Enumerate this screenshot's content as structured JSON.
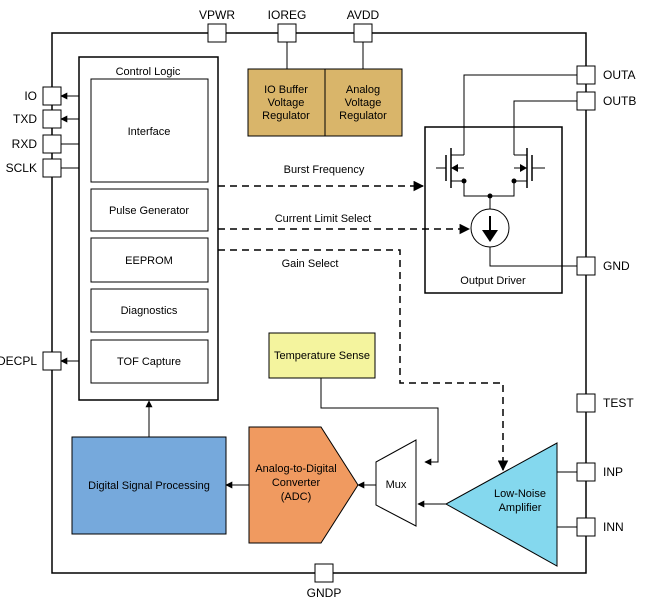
{
  "colors": {
    "regulator": "#d9b56a",
    "temperature": "#f4f49e",
    "dsp": "#76a9dc",
    "adc": "#f09a60",
    "lna": "#84d8ee",
    "line": "#000000",
    "fill": "#ffffff"
  },
  "top_pins": {
    "vpwr": "VPWR",
    "ioreg": "IOREG",
    "avdd": "AVDD"
  },
  "left_pins": {
    "io": "IO",
    "txd": "TXD",
    "rxd": "RXD",
    "sclk": "SCLK",
    "decpl": "DECPL"
  },
  "right_pins": {
    "outa": "OUTA",
    "outb": "OUTB",
    "gnd": "GND",
    "test": "TEST",
    "inp": "INP",
    "inn": "INN"
  },
  "bottom_pins": {
    "gndp": "GNDP"
  },
  "control_logic": {
    "title": "Control Logic",
    "interface": "Interface",
    "pulse_generator": "Pulse Generator",
    "eeprom": "EEPROM",
    "diagnostics": "Diagnostics",
    "tof_capture": "TOF Capture"
  },
  "regulators": {
    "io_buffer": [
      "IO Buffer",
      "Voltage",
      "Regulator"
    ],
    "analog": [
      "Analog",
      "Voltage",
      "Regulator"
    ]
  },
  "output_driver": {
    "label": "Output Driver"
  },
  "signals": {
    "burst_frequency": "Burst Frequency",
    "current_limit_select": "Current Limit Select",
    "gain_select": "Gain Select"
  },
  "temperature_sense": "Temperature Sense",
  "dsp": "Digital Signal Processing",
  "adc": [
    "Analog-to-Digital",
    "Converter",
    "(ADC)"
  ],
  "mux": "Mux",
  "lna": [
    "Low-Noise",
    "Amplifier"
  ]
}
